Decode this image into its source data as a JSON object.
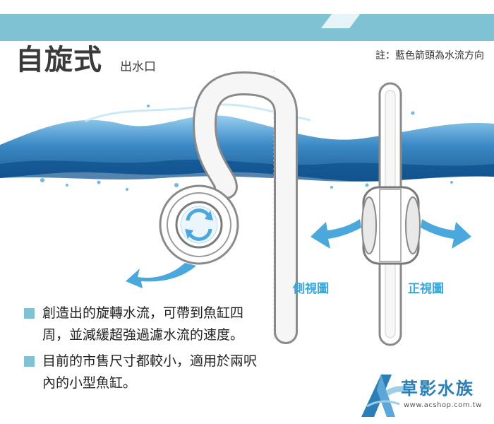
{
  "header": {
    "title": "自旋式",
    "subtitle": "出水口",
    "note": "註：藍色箭頭為水流方向"
  },
  "labels": {
    "side_view": "側視圖",
    "front_view": "正視圖"
  },
  "bullets": [
    {
      "text": "創造出的旋轉水流，可帶到魚缸四周，並減緩超強過濾水流的速度。"
    },
    {
      "text": "目前的市售尺寸都較小，適用於兩呎內的小型魚缸。"
    }
  ],
  "brand": {
    "name": "草影水族",
    "url": "www.acshop.com.tw"
  },
  "colors": {
    "band": "#7ec2d4",
    "arrow": "#4aa8dc",
    "water": "#2a7fc0",
    "bullet": "#7ec2d4"
  }
}
